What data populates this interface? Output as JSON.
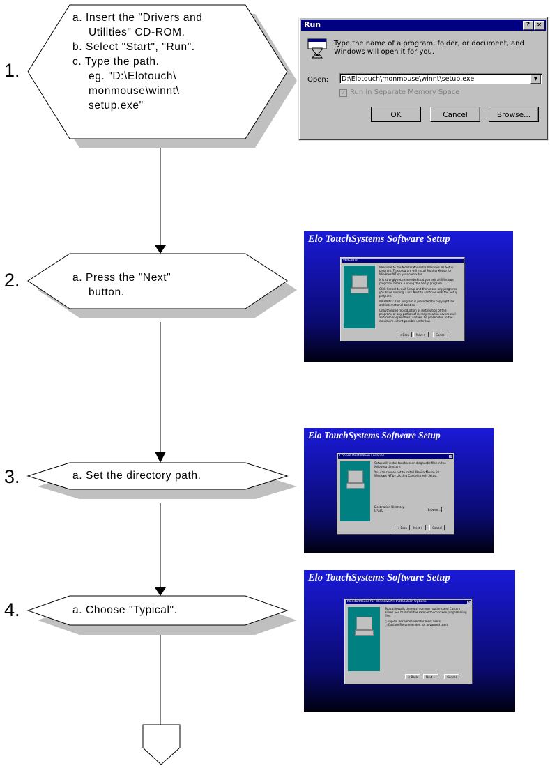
{
  "steps": [
    {
      "number": "1.",
      "lines": [
        "a.  Insert the \"Drivers and",
        "Utilities\" CD-ROM.",
        "b.  Select \"Start\", \"Run\".",
        "c.  Type the path.",
        "eg. \"D:\\Elotouch\\",
        "monmouse\\winnt\\",
        "setup.exe\""
      ]
    },
    {
      "number": "2.",
      "lines": [
        "a.  Press the \"Next\"",
        "button."
      ]
    },
    {
      "number": "3.",
      "lines": [
        "a.  Set the directory path."
      ]
    },
    {
      "number": "4.",
      "lines": [
        "a.  Choose \"Typical\"."
      ]
    }
  ],
  "run_dialog": {
    "title": "Run",
    "help_btn": "?",
    "close_btn": "×",
    "message": "Type the name of a program, folder, or document, and Windows will open it for you.",
    "open_label": "Open:",
    "open_value": "D:\\Elotouch\\monmouse\\winnt\\setup.exe",
    "checkbox_label": "Run in Separate Memory Space",
    "ok": "OK",
    "cancel": "Cancel",
    "browse": "Browse..."
  },
  "setup_shots": [
    {
      "title": "Elo TouchSystems Software Setup",
      "dialog_title": "Welcome",
      "paragraphs": [
        "Welcome to the MonitorMouse for Windows NT Setup program. This program will install MonitorMouse for Windows NT on your computer.",
        "It is strongly recommended that you exit all Windows programs before running this Setup program.",
        "Click Cancel to quit Setup and then close any programs you have running. Click Next to continue with the Setup program.",
        "WARNING: This program is protected by copyright law and international treaties.",
        "Unauthorized reproduction or distribution of this program, or any portion of it, may result in severe civil and criminal penalties, and will be prosecuted to the maximum extent possible under law."
      ],
      "buttons": [
        "< Back",
        "Next >",
        "Cancel"
      ]
    },
    {
      "title": "Elo TouchSystems Software Setup",
      "dialog_title": "Choose Destination Location",
      "paragraphs": [
        "Setup will install touchscreen diagnostic files in the following directory.",
        "You can choose not to install MonitorMouse for Windows NT by clicking Cancel to exit Setup."
      ],
      "dest_label": "Destination Directory",
      "dest_value": "C:\\ELO",
      "browse": "Browse...",
      "buttons": [
        "< Back",
        "Next >",
        "Cancel"
      ]
    },
    {
      "title": "Elo TouchSystems Software Setup",
      "dialog_title": "MonitorMouse for Windows NT Installation Options",
      "paragraphs": [
        "Typical installs the most common options and Custom allows you to install the sample touchscreen programming files."
      ],
      "options": [
        "Typical    Recommended for most users",
        "Custom    Recommended for advanced users"
      ],
      "buttons": [
        "< Back",
        "Next >",
        "Cancel"
      ]
    }
  ]
}
